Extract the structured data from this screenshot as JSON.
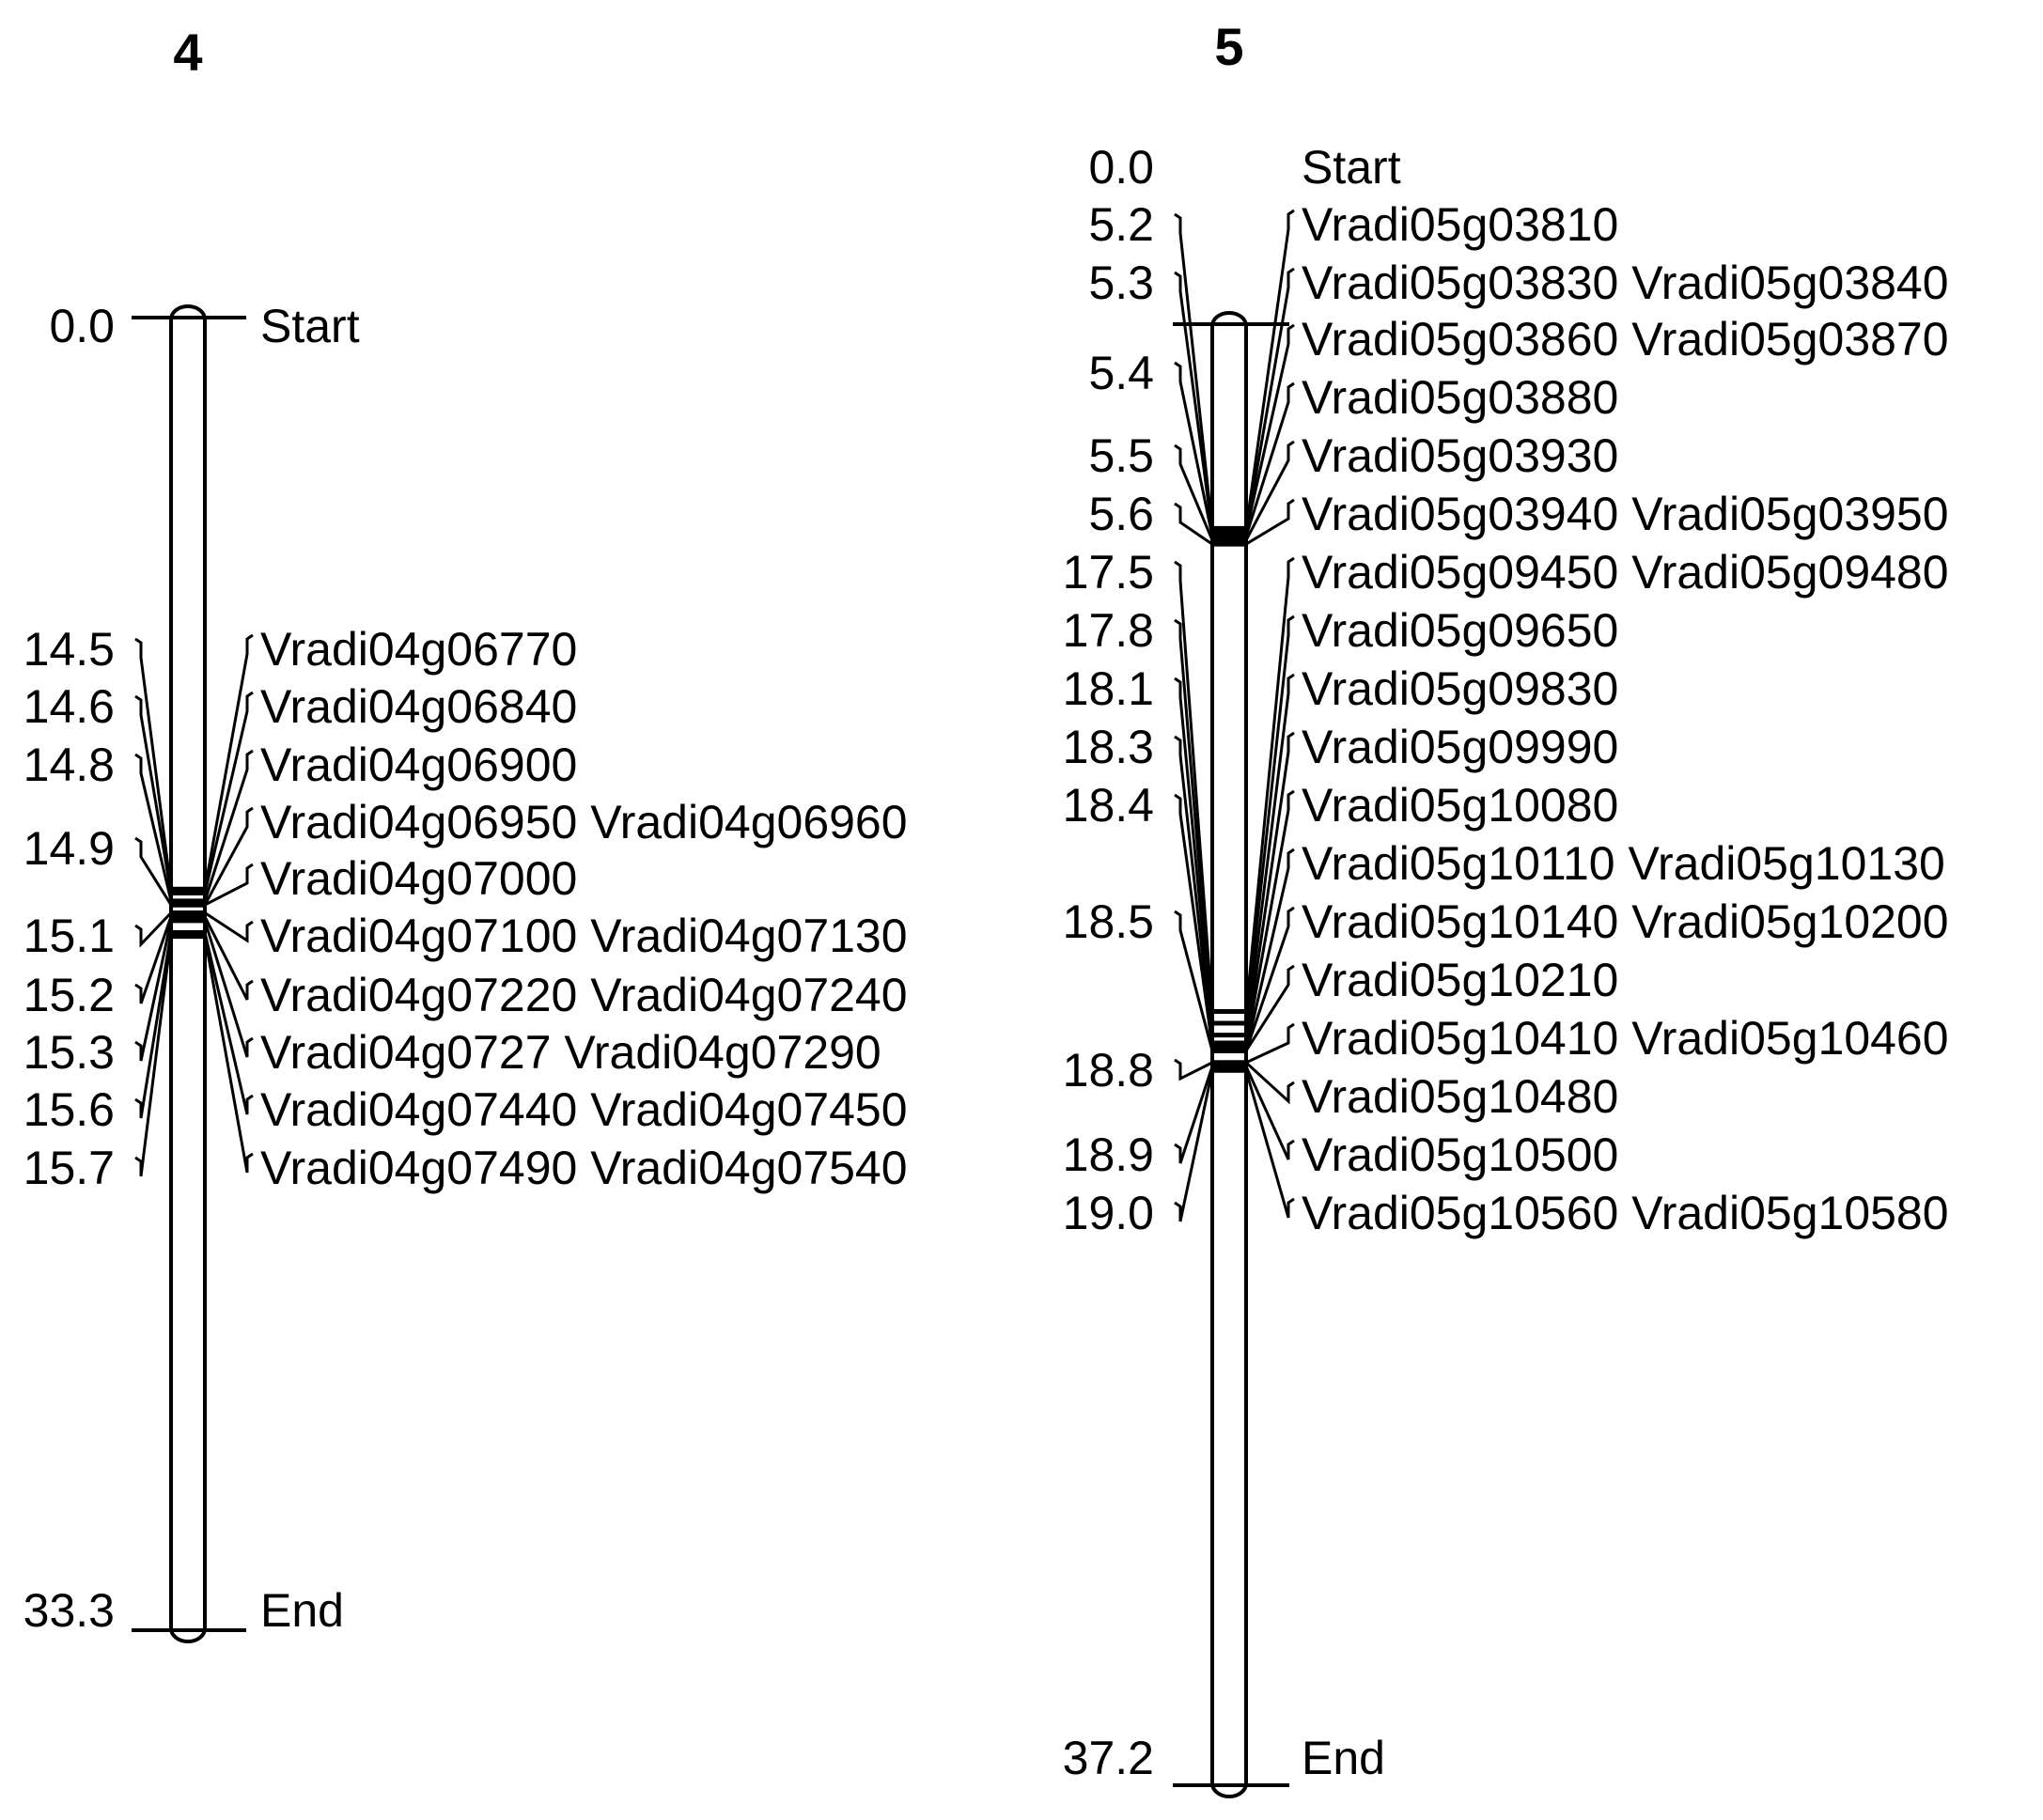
{
  "chromosomes": [
    {
      "id": "4",
      "name": "4",
      "positions": [
        {
          "value": "0.0",
          "cM": 0.0,
          "label": "Start"
        },
        {
          "value": "14.5",
          "cM": 14.5,
          "label": "Vradi04g06770"
        },
        {
          "value": "14.6",
          "cM": 14.6,
          "label": "Vradi04g06840"
        },
        {
          "value": "14.8",
          "cM": 14.8,
          "label": "Vradi04g06900"
        },
        {
          "value": "14.9",
          "cM": 14.9,
          "label": "Vradi04g06950 Vradi04g06960"
        },
        {
          "value": "",
          "cM": 14.9,
          "label": "Vradi04g07000"
        },
        {
          "value": "15.1",
          "cM": 15.1,
          "label": "Vradi04g07100 Vradi04g07130"
        },
        {
          "value": "15.2",
          "cM": 15.2,
          "label": "Vradi04g07220 Vradi04g07240"
        },
        {
          "value": "15.3",
          "cM": 15.3,
          "label": "Vradi04g0727 Vradi04g07290"
        },
        {
          "value": "15.6",
          "cM": 15.6,
          "label": "Vradi04g07440 Vradi04g07450"
        },
        {
          "value": "15.7",
          "cM": 15.7,
          "label": "Vradi04g07490 Vradi04g07540"
        },
        {
          "value": "33.3",
          "cM": 33.3,
          "label": "End"
        }
      ]
    },
    {
      "id": "5",
      "name": "5",
      "positions": [
        {
          "value": "0.0",
          "cM": 0.0,
          "label": "Start"
        },
        {
          "value": "5.2",
          "cM": 5.2,
          "label": "Vradi05g03810"
        },
        {
          "value": "5.3",
          "cM": 5.3,
          "label": "Vradi05g03830 Vradi05g03840"
        },
        {
          "value": "",
          "cM": 5.3,
          "label": "Vradi05g03860 Vradi05g03870"
        },
        {
          "value": "5.4",
          "cM": 5.4,
          "label": "Vradi05g03880"
        },
        {
          "value": "5.5",
          "cM": 5.5,
          "label": "Vradi05g03930"
        },
        {
          "value": "5.6",
          "cM": 5.6,
          "label": "Vradi05g03940 Vradi05g03950"
        },
        {
          "value": "17.5",
          "cM": 17.5,
          "label": "Vradi05g09450 Vradi05g09480"
        },
        {
          "value": "17.8",
          "cM": 17.8,
          "label": "Vradi05g09650"
        },
        {
          "value": "18.1",
          "cM": 18.1,
          "label": "Vradi05g09830"
        },
        {
          "value": "18.3",
          "cM": 18.3,
          "label": "Vradi05g09990"
        },
        {
          "value": "18.4",
          "cM": 18.4,
          "label": "Vradi05g10080"
        },
        {
          "value": "18.5",
          "cM": 18.5,
          "label": "Vradi05g10110 Vradi05g10130"
        },
        {
          "value": "",
          "cM": 18.5,
          "label": "Vradi05g10140 Vradi05g10200"
        },
        {
          "value": "",
          "cM": 18.5,
          "label": "Vradi05g10210"
        },
        {
          "value": "18.8",
          "cM": 18.8,
          "label": "Vradi05g10410 Vradi05g10460"
        },
        {
          "value": "",
          "cM": 18.8,
          "label": "Vradi05g10480"
        },
        {
          "value": "18.9",
          "cM": 18.9,
          "label": "Vradi05g10500"
        },
        {
          "value": "19.0",
          "cM": 19.0,
          "label": "Vradi05g10560 Vradi05g10580"
        },
        {
          "value": "37.2",
          "cM": 37.2,
          "label": "End"
        }
      ]
    }
  ]
}
